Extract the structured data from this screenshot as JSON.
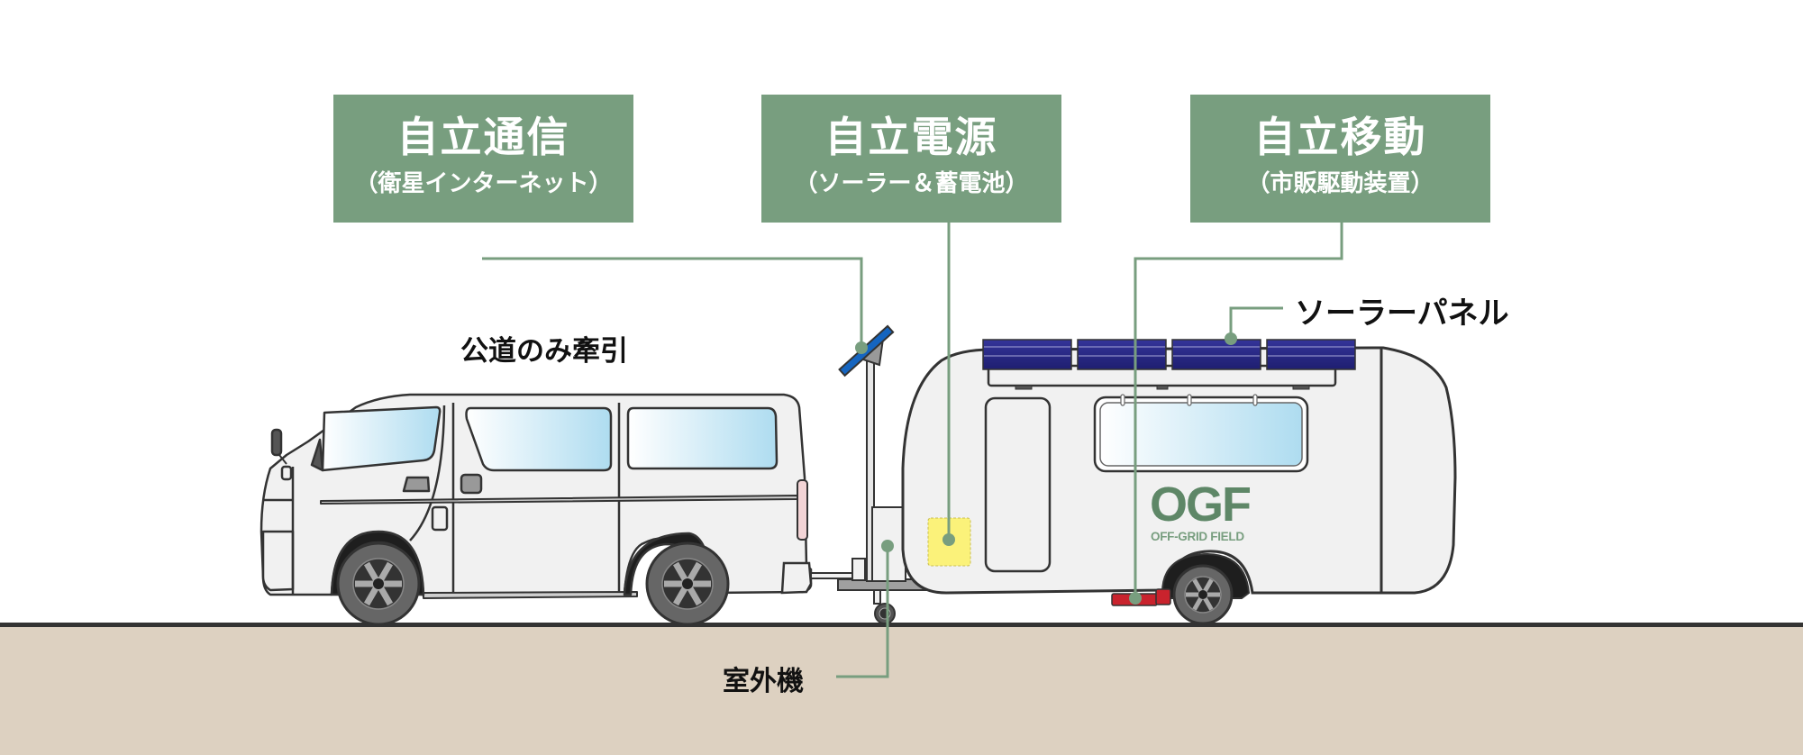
{
  "features": [
    {
      "title": "自立通信",
      "subtitle": "（衛星インターネット）"
    },
    {
      "title": "自立電源",
      "subtitle": "（ソーラー＆蓄電池）"
    },
    {
      "title": "自立移動",
      "subtitle": "（市販駆動装置）"
    }
  ],
  "callouts": {
    "towing": "公道のみ牽引",
    "solar_panel": "ソーラーパネル",
    "outdoor_unit": "室外機"
  },
  "logo": {
    "mark": "OGF",
    "text": "OFF-GRID FIELD"
  },
  "colors": {
    "accent_green": "#789e7f",
    "logo_green": "#5e8767",
    "ground": "#ddd1c1",
    "ground_line": "#333333",
    "solar_panel": "#26267e",
    "satellite_dish": "#1565c0",
    "battery_box": "#fbf27a",
    "drive_unit": "#c9232d",
    "vehicle_body": "#f1f1f1",
    "window": "#aedcf0"
  }
}
